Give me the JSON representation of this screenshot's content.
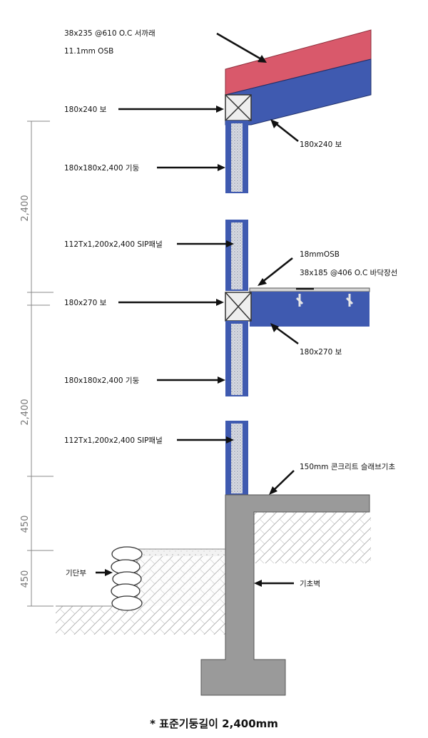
{
  "labels": {
    "rafter": "38x235 @610 O.C 서까래",
    "roof_osb": "11.1mm OSB",
    "beam_top_left": "180x240 보",
    "beam_top_right": "180x240 보",
    "column_upper": "180x180x2,400 기둥",
    "sip_upper": "112Tx1,200x2,400 SIP패널",
    "floor_osb": "18mmOSB",
    "joist": "38x185 @406 O.C 바닥장선",
    "beam_mid_left": "180x270 보",
    "beam_mid_right": "180x270 보",
    "column_lower": "180x180x2,400 기둥",
    "sip_lower": "112Tx1,200x2,400 SIP패널",
    "slab": "150mm 콘크리트 슬래브기초",
    "footing_stone": "기단부",
    "foundation_wall": "기초벽"
  },
  "dimensions": {
    "upper_floor": "2,400",
    "lower_floor": "2,400",
    "above_grade": "450",
    "below_grade": "450"
  },
  "caption": "* 표준기둥길이 2,400mm",
  "colors": {
    "roof": "#d9596b",
    "framing": "#3f5ab0",
    "concrete": "#9a9a9a",
    "insulation": "#c8cbd3"
  }
}
